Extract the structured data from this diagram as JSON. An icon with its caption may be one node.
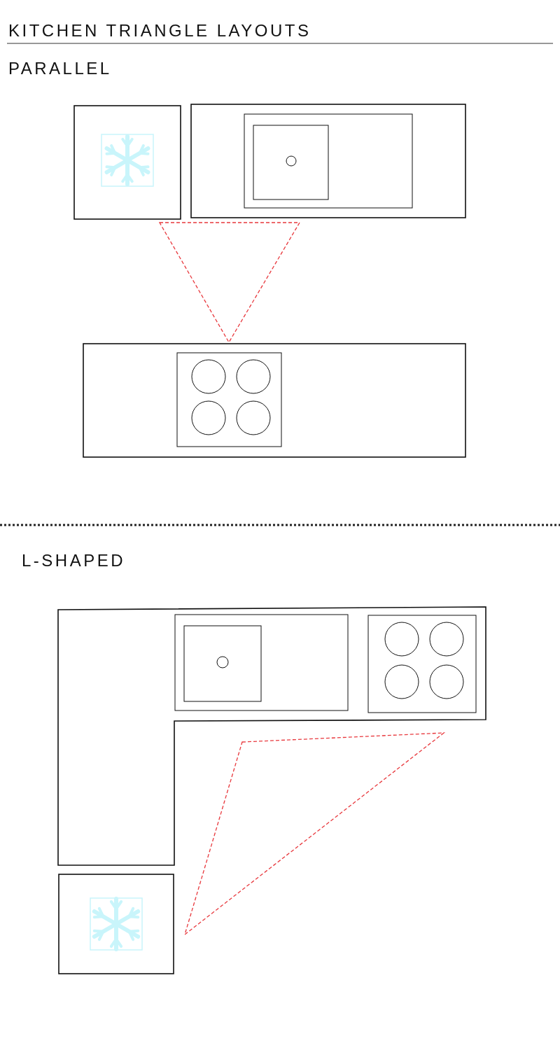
{
  "diagram": {
    "title": "KITCHEN TRIANGLE LAYOUTS",
    "labels": [
      "PARALLEL",
      "L-SHAPED"
    ]
  }
}
